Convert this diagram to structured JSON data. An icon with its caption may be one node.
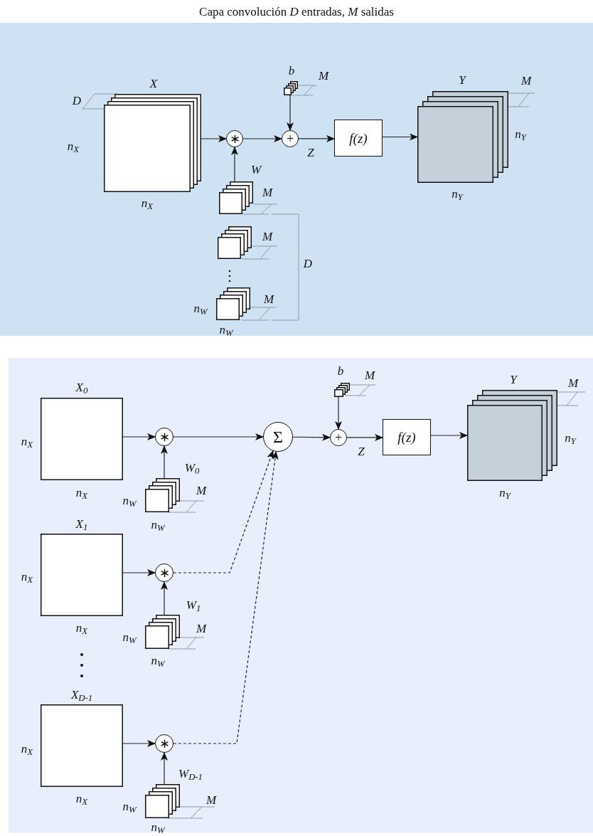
{
  "diagram": {
    "title": "Capa convolución *D* entradas, *M* salidas",
    "nodes": [
      {
        "text": [],
        "shape": "box"
      },
      {
        "text": [
          "X"
        ],
        "in": 0,
        "beside": [
          "D",
          "n$_{X}$",
          "n$_{X}$"
        ]
      },
      {
        "text": [
          "∗"
        ],
        "in": 0
      },
      {
        "text": [
          "W"
        ],
        "in": 0,
        "beside": [
          "M"
        ]
      },
      {
        "text": [],
        "shape": "box",
        "in": 0,
        "beside": [
          "M"
        ]
      },
      {
        "text": [],
        "shape": "box",
        "in": 0,
        "beside": [
          "n$_{W}$",
          "n$_{W}$",
          "M"
        ]
      },
      {
        "text": [
          "b"
        ],
        "in": 0,
        "beside": [
          "M"
        ]
      },
      {
        "text": [
          "+"
        ],
        "in": 0
      },
      {
        "text": [
          "f(z)"
        ],
        "in": 0
      },
      {
        "text": [
          "Y"
        ],
        "in": 0,
        "beside": [
          "M",
          "n$_{Y}$",
          "n$_{Y}$"
        ]
      },
      {
        "text": [],
        "shape": "box"
      },
      {
        "text": [
          "X$_{0}$"
        ],
        "in": 10,
        "beside": [
          "n$_{X}$",
          "n$_{X}$"
        ]
      },
      {
        "text": [
          "∗"
        ],
        "in": 10
      },
      {
        "text": [
          "W$_{0}$"
        ],
        "in": 10,
        "beside": [
          "n$_{W}$",
          "n$_{W}$",
          "M"
        ]
      },
      {
        "text": [
          "X$_{1}$"
        ],
        "in": 10,
        "beside": [
          "n$_{X}$",
          "n$_{X}$"
        ]
      },
      {
        "text": [
          "∗"
        ],
        "in": 10
      },
      {
        "text": [
          "W$_{1}$"
        ],
        "in": 10,
        "beside": [
          "n$_{W}$",
          "n$_{W}$",
          "M"
        ]
      },
      {
        "text": [
          "X$_{D-1}$"
        ],
        "in": 10,
        "beside": [
          "n$_{X}$",
          "n$_{X}$"
        ]
      },
      {
        "text": [
          "∗"
        ],
        "in": 10
      },
      {
        "text": [
          "W$_{D-1}$"
        ],
        "in": 10,
        "beside": [
          "n$_{W}$",
          "n$_{W}$",
          "M"
        ]
      },
      {
        "text": [
          "Σ"
        ],
        "in": 10
      },
      {
        "text": [
          "b"
        ],
        "in": 10,
        "beside": [
          "M"
        ]
      },
      {
        "text": [
          "+"
        ],
        "in": 10
      },
      {
        "text": [
          "f(z)"
        ],
        "in": 10
      },
      {
        "text": [
          "Y"
        ],
        "in": 10,
        "beside": [
          "M",
          "n$_{Y}$",
          "n$_{Y}$"
        ]
      }
    ],
    "edges": [
      {
        "from": 1,
        "to": 2,
        "arrow": "to"
      },
      {
        "from": 3,
        "to": 2,
        "arrow": "to"
      },
      {
        "from": 2,
        "to": 7,
        "arrow": "to"
      },
      {
        "from": 6,
        "to": 7,
        "arrow": "to"
      },
      {
        "from": 7,
        "to": 8,
        "arrow": "to",
        "label": "Z"
      },
      {
        "from": 8,
        "to": 9,
        "arrow": "to"
      },
      {
        "from": 11,
        "to": 12,
        "arrow": "to"
      },
      {
        "from": 13,
        "to": 12,
        "arrow": "to"
      },
      {
        "from": 12,
        "to": 20,
        "arrow": "to"
      },
      {
        "from": 14,
        "to": 15,
        "arrow": "to"
      },
      {
        "from": 16,
        "to": 15,
        "arrow": "to"
      },
      {
        "from": 15,
        "to": 20,
        "arrow": "to",
        "style": "dashed"
      },
      {
        "from": 17,
        "to": 18,
        "arrow": "to"
      },
      {
        "from": 19,
        "to": 18,
        "arrow": "to"
      },
      {
        "from": 18,
        "to": 20,
        "arrow": "to",
        "style": "dashed"
      },
      {
        "from": 20,
        "to": 22,
        "arrow": "to"
      },
      {
        "from": 21,
        "to": 22,
        "arrow": "to"
      },
      {
        "from": 22,
        "to": 23,
        "arrow": "to",
        "label": "Z"
      },
      {
        "from": 23,
        "to": 24,
        "arrow": "to"
      }
    ],
    "labels": [
      "D"
    ]
  }
}
